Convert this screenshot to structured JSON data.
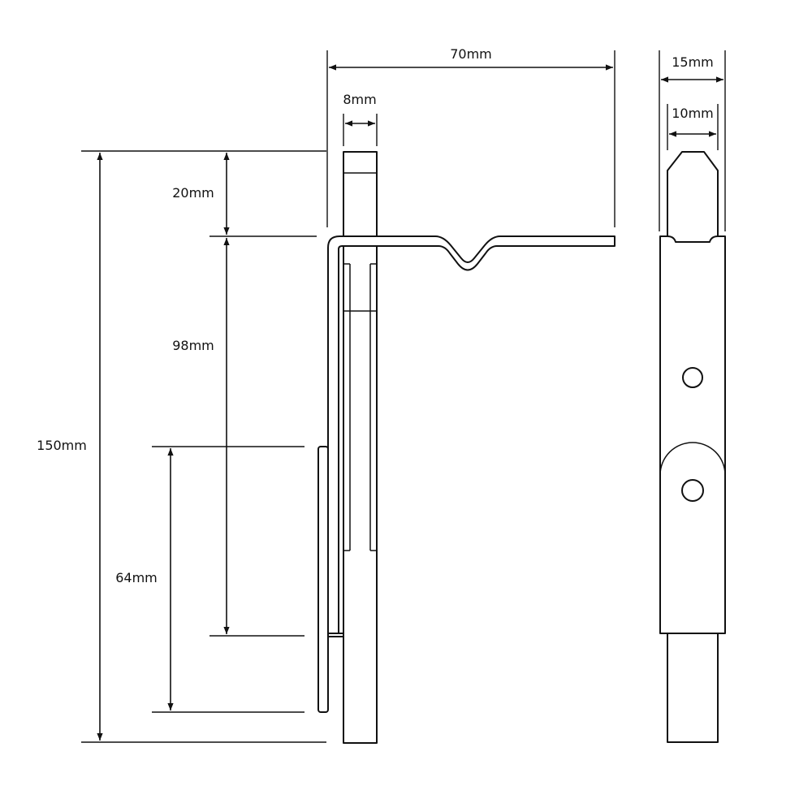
{
  "dimensions": {
    "overall_height": "150mm",
    "top_section_height": "20mm",
    "arm_to_keep_bottom": "98mm",
    "keep_plate_height": "64mm",
    "arm_length": "70mm",
    "bolt_thickness": "8mm",
    "body_width": "15mm",
    "bolt_width": "10mm"
  },
  "colors": {
    "line": "#111111",
    "fill": "#ffffff"
  }
}
